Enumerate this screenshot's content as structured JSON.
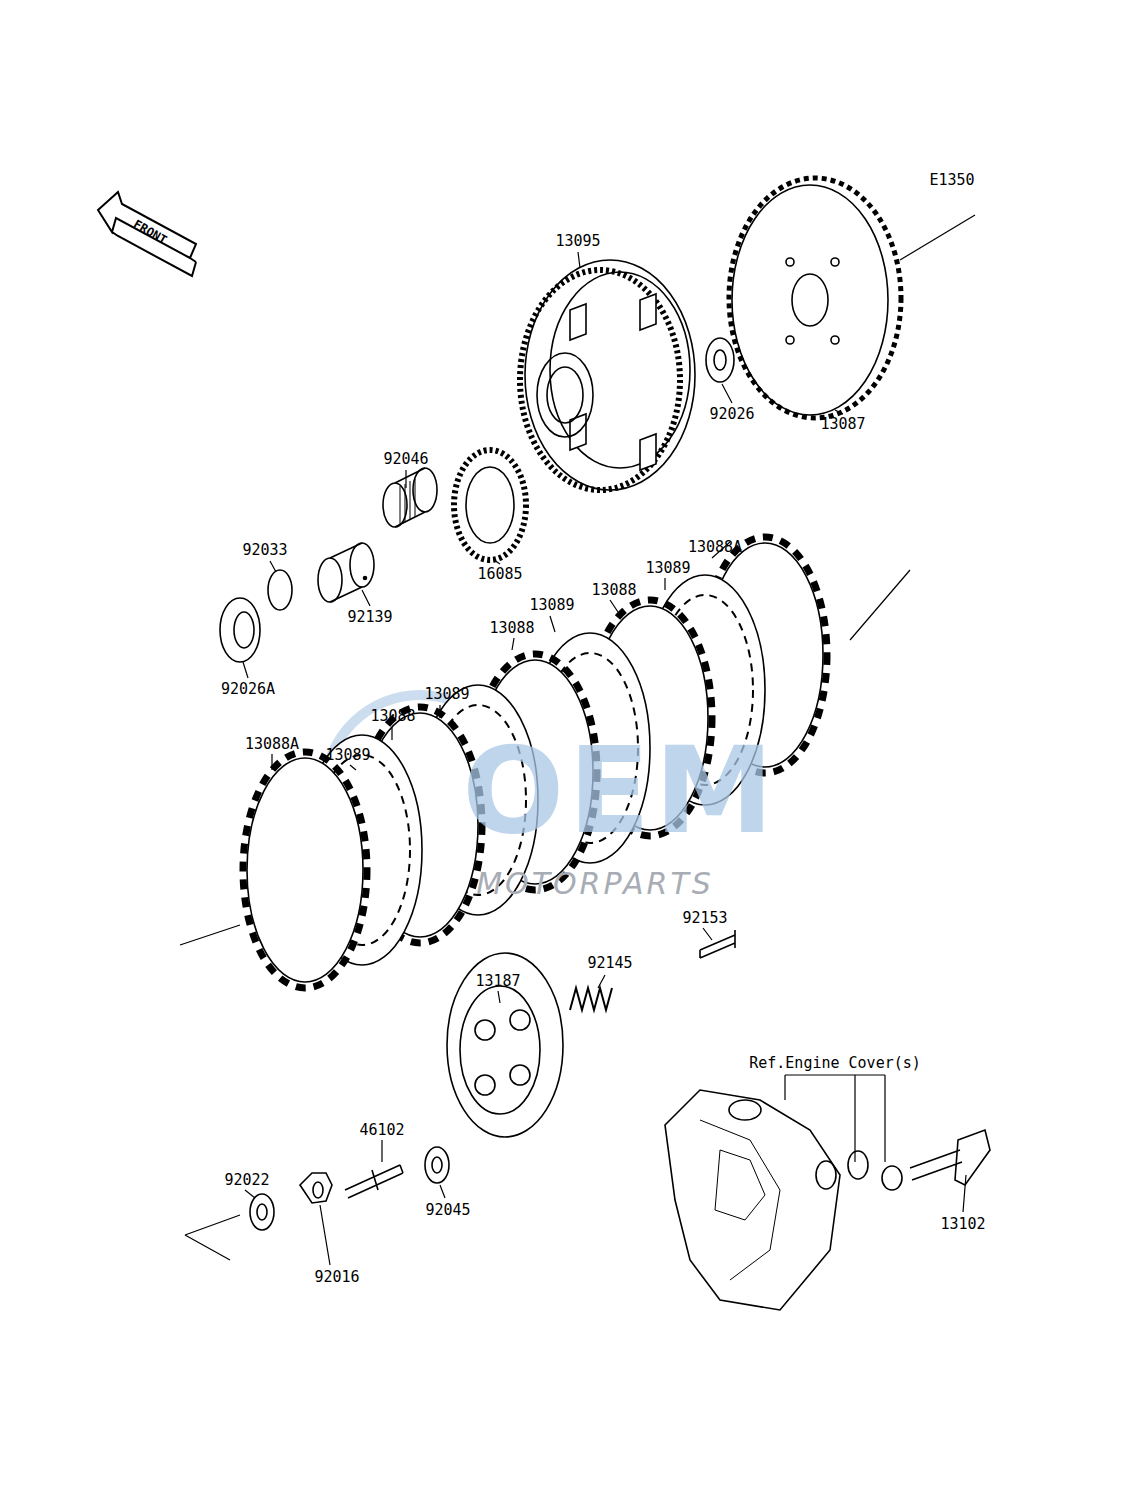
{
  "diagram": {
    "labels": [
      "E1350",
      "FRONT",
      "13095",
      "92026",
      "13087",
      "92046",
      "92033",
      "16085",
      "13088A",
      "13089",
      "13088",
      "13089",
      "92139",
      "13088",
      "92026A",
      "13089",
      "13088",
      "13089",
      "13088A",
      "OEM",
      "MOTORPARTS",
      "92153",
      "92145",
      "13187",
      "Ref.Engine Cover(s)",
      "46102",
      "92022",
      "92045",
      "13102",
      "92016"
    ]
  }
}
